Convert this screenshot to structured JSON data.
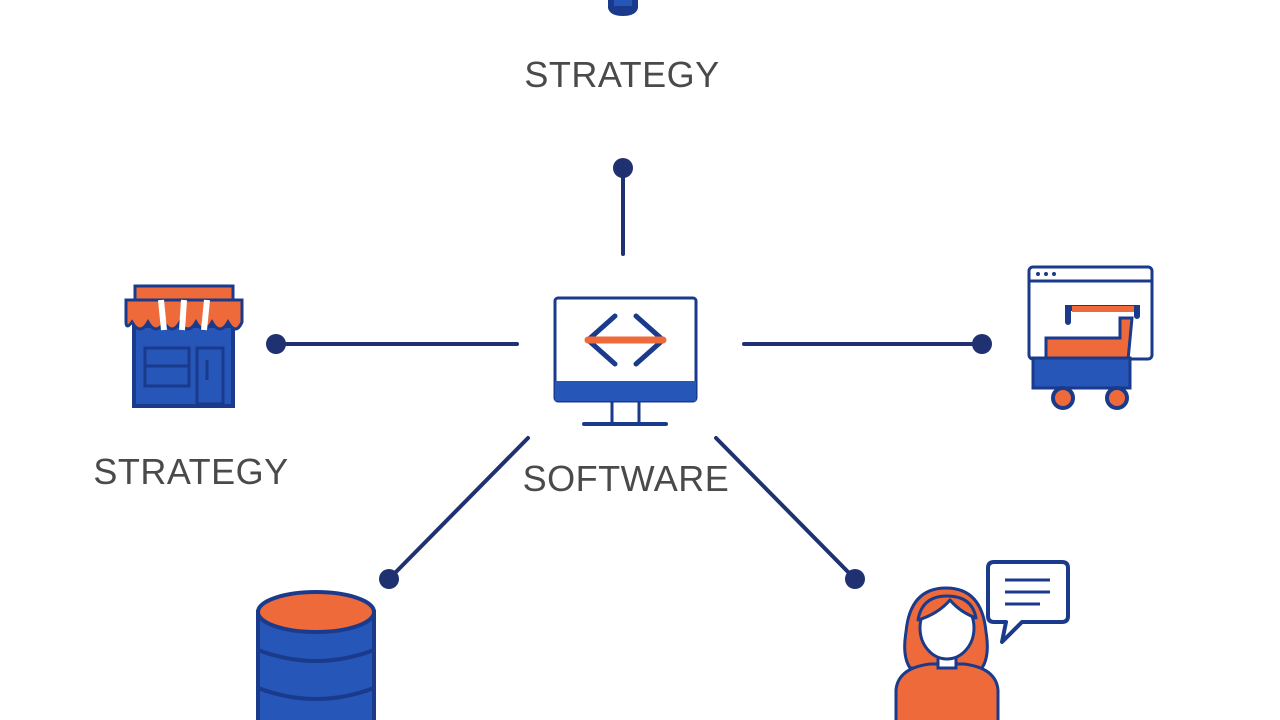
{
  "labels": {
    "top": "STRATEGY",
    "left": "STRATEGY",
    "center": "SOFTWARE"
  },
  "colors": {
    "navy": "#1a3a8c",
    "blue": "#2556b8",
    "orange": "#ef6a3a",
    "text": "#4a4a4a",
    "line": "#1f3170"
  },
  "icons": {
    "top": "lightbulb-icon",
    "left": "storefront-icon",
    "center": "code-monitor-icon",
    "right": "shopping-cart-browser-icon",
    "bottom_left": "database-icon",
    "bottom_right": "support-agent-chat-icon"
  }
}
